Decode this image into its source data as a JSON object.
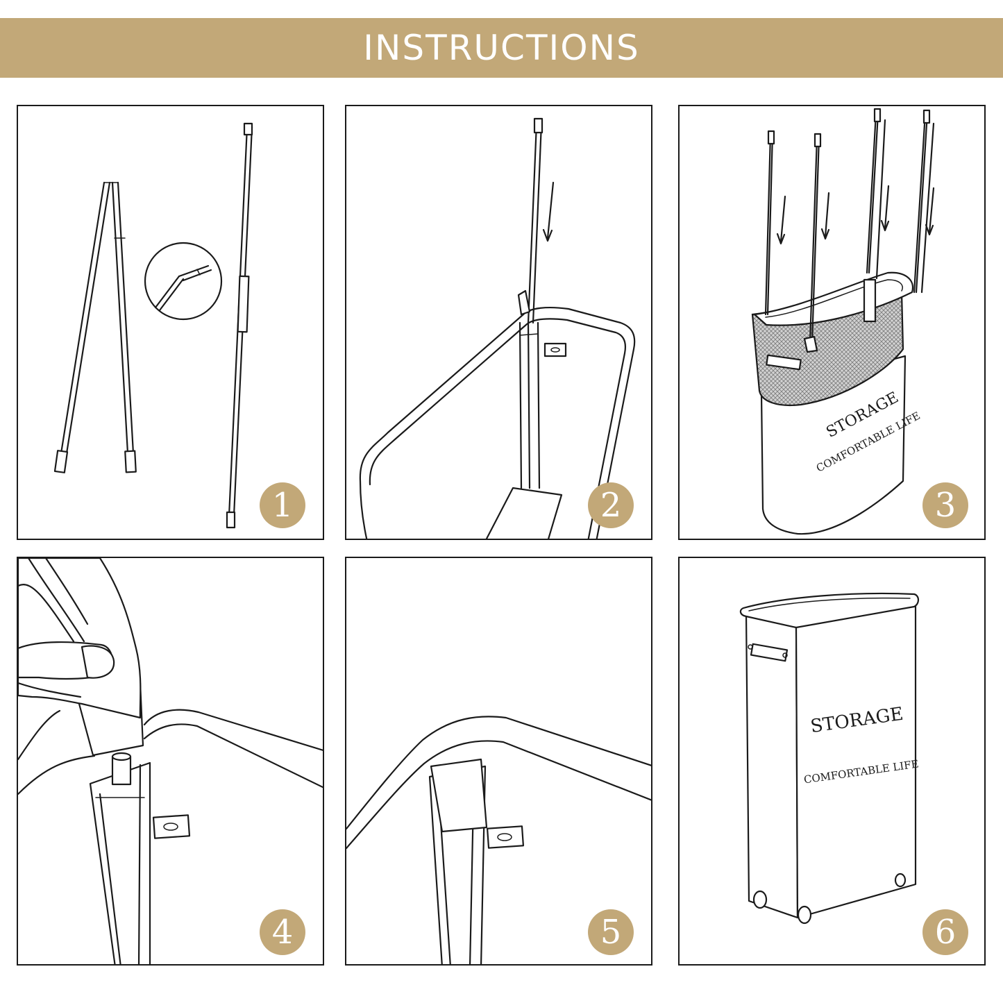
{
  "banner": {
    "title": "INSTRUCTIONS",
    "color": "#c2a878"
  },
  "steps": [
    {
      "number": "1"
    },
    {
      "number": "2"
    },
    {
      "number": "3",
      "print_main": "STORAGE",
      "print_sub": "COMFORTABLE LIFE"
    },
    {
      "number": "4"
    },
    {
      "number": "5"
    },
    {
      "number": "6",
      "print_main": "STORAGE",
      "print_sub": "COMFORTABLE LIFE"
    }
  ]
}
